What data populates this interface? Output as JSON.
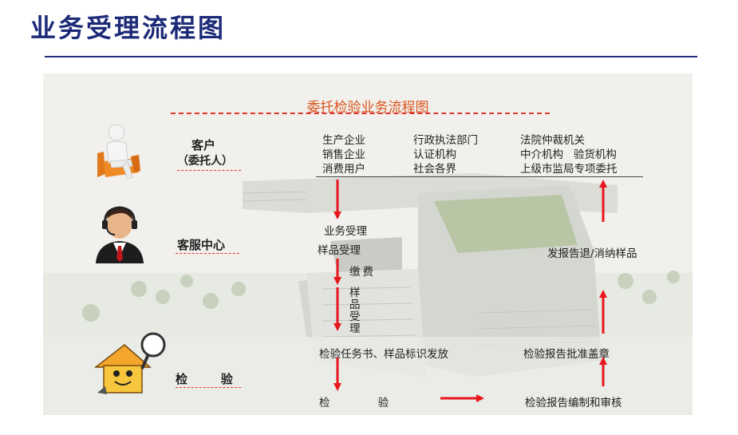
{
  "page_title": "业务受理流程图",
  "diagram": {
    "title": "委托检验业务流程图",
    "roles": {
      "customer": "客户",
      "customer_sub": "（委托人）",
      "service": "客服中心",
      "inspection": "检        验"
    },
    "clients": {
      "col1": [
        "生产企业",
        "销售企业",
        "消费用户"
      ],
      "col2": [
        "行政执法部门",
        "认证机构",
        "社会各界"
      ],
      "col3": [
        "法院仲裁机关",
        "中介机构   验货机构",
        "上级市监局专项委托"
      ]
    },
    "steps": {
      "business_accept": "业务受理",
      "sample_accept": "样品受理",
      "payment": "缴费",
      "sample_accept_vertical": "样品受理",
      "task_issue": "检验任务书、样品标识发放",
      "inspect": "检              验",
      "report_compile": "检验报告编制和审核",
      "report_approve": "检验报告批准盖章",
      "report_release": "发报告退/消纳样品"
    },
    "colors": {
      "title_blue": "#1c2a78",
      "accent_orange": "#d9541c",
      "arrow_red": "#e8161d",
      "dash_red": "#dd3333"
    }
  }
}
